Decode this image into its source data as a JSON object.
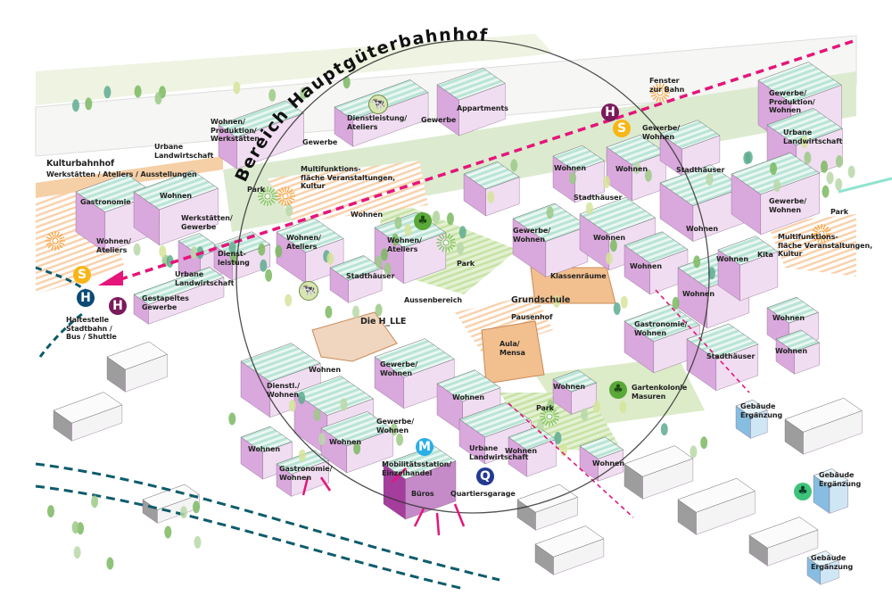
{
  "title": "Bereich Hauptgüterbahnhof",
  "colors": {
    "residential": "#e7c8ea",
    "roof": "#cdeee3",
    "school": "#f2bf8e",
    "park": "#d6ecc0",
    "magenta": "#e5157a",
    "teal": "#0e5c6b",
    "s_bahn": "#f8b616",
    "h_purple": "#7a1a5c",
    "h_blue": "#0a4a75",
    "metro": "#2aaee6",
    "garage": "#233a94",
    "tree_icon": "#5aa839",
    "new_building": "#a9d3ea"
  },
  "labels": [
    "Kulturbahnhof",
    "Werkstätten / Ateliers / Ausstellungen",
    "Urbane\nLandwirtschaft",
    "Wohnen/\nProduktion/\nWerkstätten",
    "Dienstleistung/\nAteliers",
    "Gewerbe",
    "Gewerbe",
    "Appartments",
    "Park",
    "Multifunktions-\nfläche Veranstaltungen,\nKultur",
    "Gastronomie",
    "Wohnen",
    "Werkstätten/\nGewerbe",
    "Wohnen/\nAteliers",
    "Dienst-\nleistung",
    "Urbane\nLandwirtschaft",
    "Gestapeltes\nGewerbe",
    "Haltestelle\nStadtbahn /\nBus / Shuttle",
    "Wohnen",
    "Wohnen/\nAteliers",
    "Wohnen/\nAteliers",
    "Stadthäuser",
    "Park",
    "Aussenbereich",
    "Die H_LLE",
    "Fenster\nzur Bahn",
    "Gewerbe/\nWohnen",
    "Gewerbe/\nProduktion/\nWohnen",
    "Urbane\nLandwirtschaft",
    "Wohnen",
    "Wohnen",
    "Stadthäuser",
    "Stadthäuser",
    "Gewerbe/\nWohnen",
    "Park",
    "Multifunktions-\nfläche Veranstaltungen,\nKultur",
    "Gewerbe/\nWohnen",
    "Wohnen",
    "Wohnen",
    "Wohnen",
    "Kita",
    "Wohnen",
    "Klassenräume",
    "Grundschule",
    "Pausenhof",
    "Wohnen",
    "Gastronomie/\nWohnen",
    "Aula/\nMensa",
    "Stadthäuser",
    "Wohnen",
    "Wohnen",
    "Wohnen",
    "Dienstl./\nWohnen",
    "Gewerbe/\nWohnen",
    "Wohnen",
    "Wohnen",
    "Gartenkolonie\nMasuren",
    "Park",
    "Gewerbe/\nWohnen",
    "Wohnen",
    "Wohnen",
    "Wohnen",
    "Wohnen",
    "Mobilitätsstation/\nEinzelhandel",
    "Urbane\nLandwirtschaft",
    "Büros",
    "Quartiersgarage",
    "Gastronomie/\nWohnen",
    "Gebäude\nErgänzung",
    "Gebäude\nErgänzung",
    "Gebäude\nErgänzung"
  ],
  "badges": {
    "s": "S",
    "h": "H",
    "m": "M",
    "q": "Q"
  }
}
